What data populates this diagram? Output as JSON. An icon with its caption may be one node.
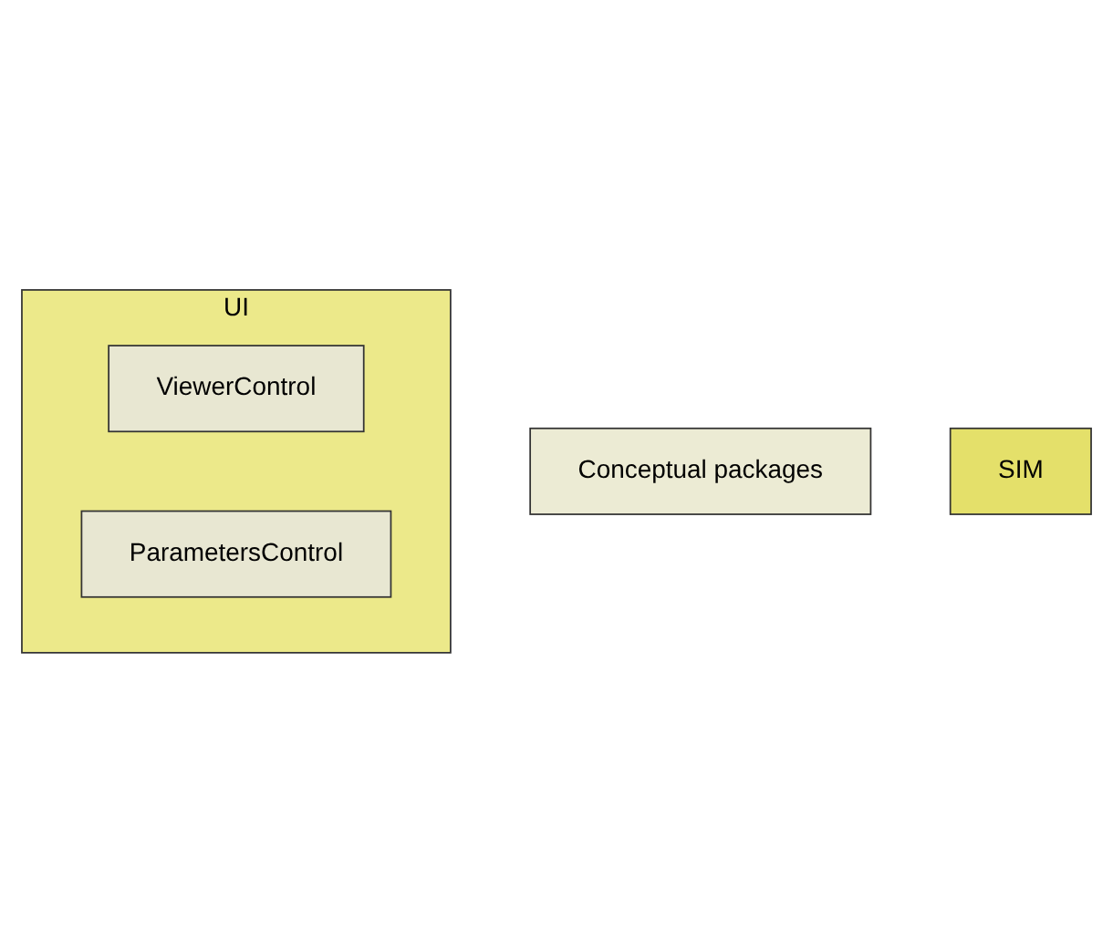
{
  "diagram": {
    "nodes": [
      {
        "text": [
          "Conceptual packages"
        ]
      },
      {
        "text": [
          "SIM"
        ]
      },
      {
        "text": [
          "UI"
        ]
      },
      {
        "text": [
          "ViewerControl"
        ],
        "in": 2
      },
      {
        "text": [
          "ParametersControl"
        ],
        "in": 2
      }
    ]
  }
}
